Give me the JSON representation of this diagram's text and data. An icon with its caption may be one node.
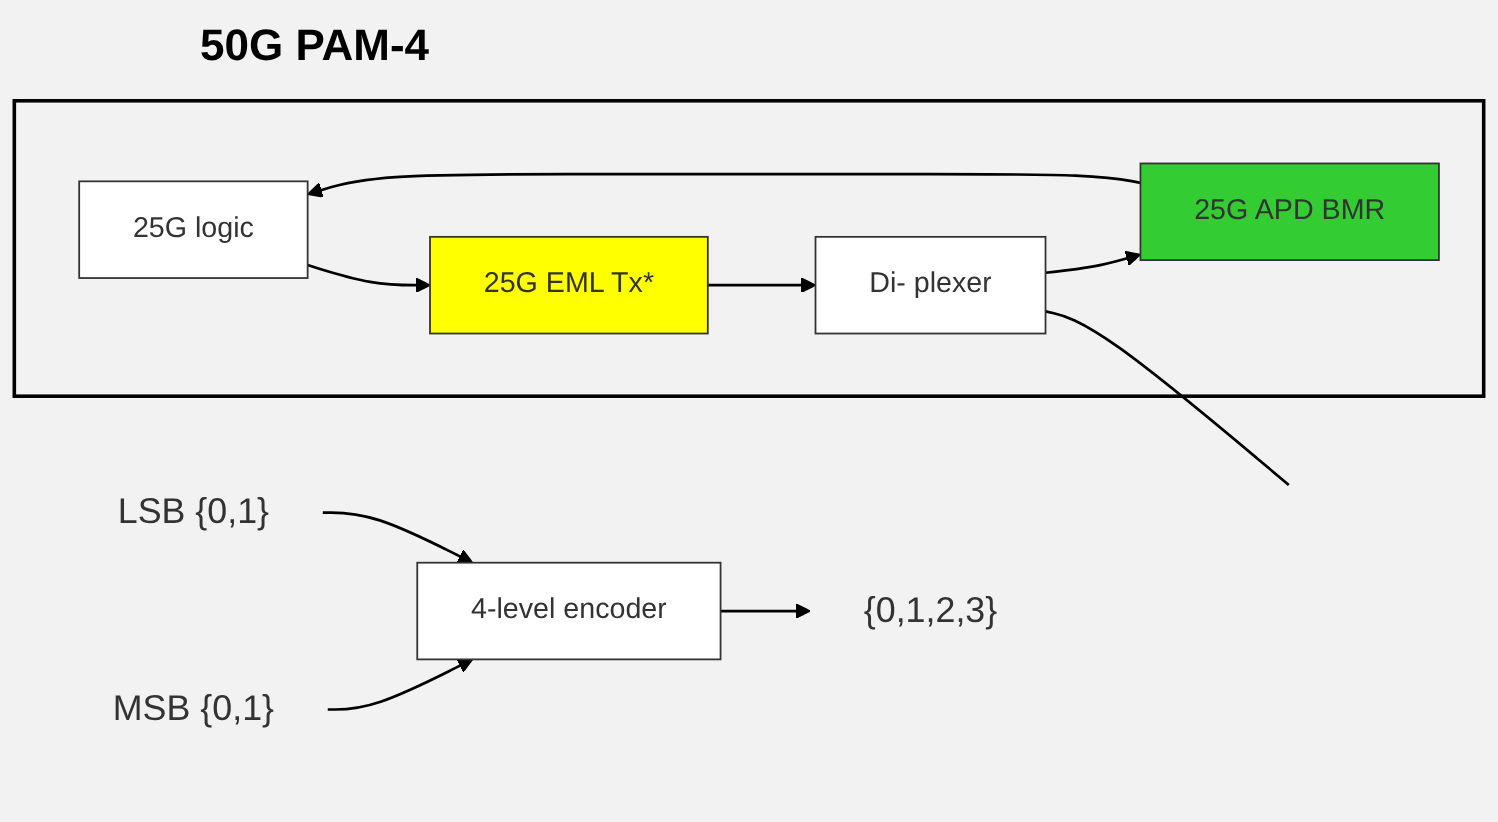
{
  "diagram": {
    "title": "50G PAM-4",
    "nodes": [
      {
        "text": [
          "MSB {0,1}"
        ]
      },
      {
        "text": [
          "LSB {0,1}"
        ]
      },
      {
        "text": [
          "4-level encoder"
        ]
      },
      {
        "text": [
          "{0,1,2,3}"
        ]
      },
      {
        "text": [],
        "shape": "box"
      },
      {
        "text": [
          "25G logic"
        ],
        "in": 4
      },
      {
        "text": [
          "25G APD BMR"
        ],
        "in": 4
      },
      {
        "text": [
          "25G EML Tx*"
        ],
        "in": 4
      },
      {
        "text": [
          "Di- plexer"
        ],
        "in": 4
      }
    ],
    "edges": [
      {
        "from": 0,
        "to": 2,
        "arrow": "to"
      },
      {
        "from": 1,
        "to": 2,
        "arrow": "to"
      },
      {
        "from": 2,
        "to": 3,
        "arrow": "to"
      },
      {
        "from": 6,
        "to": 5,
        "arrow": "to"
      },
      {
        "from": 5,
        "to": 7,
        "arrow": "to"
      },
      {
        "from": 7,
        "to": 8,
        "arrow": "to"
      },
      {
        "from": 8,
        "to": 6,
        "arrow": "to"
      },
      {
        "from": 8,
        "to": null,
        "arrow": "none"
      }
    ]
  }
}
